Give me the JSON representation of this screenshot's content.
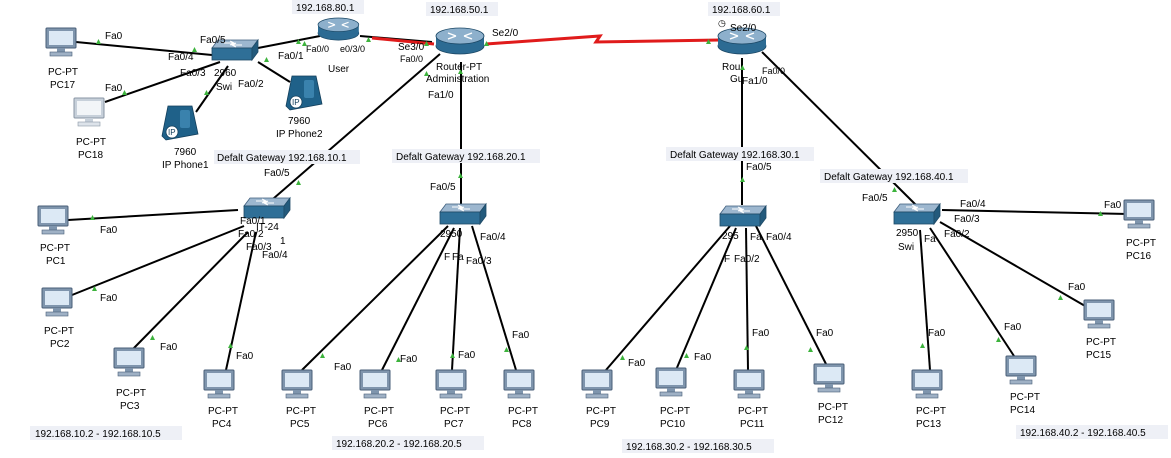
{
  "networks": {
    "net1": "192.168.80.1",
    "net2": "192.168.50.1",
    "net3": "192.168.60.1"
  },
  "gateways": {
    "g1": "Defalt Gateway 192.168.10.1",
    "g2": "Defalt Gateway 192.168.20.1",
    "g3": "Defalt Gateway 192.168.30.1",
    "g4": "Defalt Gateway 192.168.40.1"
  },
  "ranges": {
    "r1": "192.168.10.2  -  192.168.10.5",
    "r2": "192.168.20.2  -  192.168.20.5",
    "r3": "192.168.30.2  -  192.168.30.5",
    "r4": "192.168.40.2  -  192.168.40.5"
  },
  "devices": {
    "router_user": "User",
    "router_admin_line1": "Router-PT",
    "router_admin_line2": "Administration",
    "router_guest_line1": "Rou",
    "router_guest_line2": "Gu",
    "switch_top_a": "2960",
    "switch_top_b": "Swi",
    "phone1_model": "7960",
    "phone1_name": "IP Phone1",
    "phone2_model": "7960",
    "phone2_name": "IP Phone2",
    "pc_type": "PC-PT",
    "switch_g1_a": "IT-24",
    "switch_g1_b": "1",
    "switch_g2_a": "2950",
    "switch_g2_b": "F",
    "switch_g3_a": "295",
    "switch_g3_b": "F",
    "switch_g4_a": "2950",
    "switch_g4_b": "Swi"
  },
  "pcs": [
    "PC17",
    "PC18",
    "PC1",
    "PC2",
    "PC3",
    "PC4",
    "PC5",
    "PC6",
    "PC7",
    "PC8",
    "PC9",
    "PC10",
    "PC11",
    "PC12",
    "PC13",
    "PC14",
    "PC15",
    "PC16"
  ],
  "ports": {
    "fa0": "Fa0",
    "fa0_1": "Fa0/1",
    "fa0_2": "Fa0/2",
    "fa0_3": "Fa0/3",
    "fa0_4": "Fa0/4",
    "fa0_5": "Fa0/5",
    "fa1_0": "Fa1/0",
    "fa0_0": "Fa0/0",
    "fa0_0_partial": "Fa0/0",
    "se3_0": "Se3/0",
    "se2_0": "Se2/0",
    "se0_3_0": "e0/3/0",
    "fa0_2_partial": "Fa0/2",
    "fa0_3_partial": "Fa0/3",
    "fa0_partial": "Fa",
    "fa0_1_partial": "Fa0/1",
    "fa1_0_partial": "Fa1/0",
    "fa0_3_sw": "Fa0/3",
    "fa0_4_sw": "Fa0/4",
    "fa0_2_sw": "Fa0/2",
    "fa0_sw": "Fa",
    "fa0_1_sw": "Fa0/1"
  }
}
